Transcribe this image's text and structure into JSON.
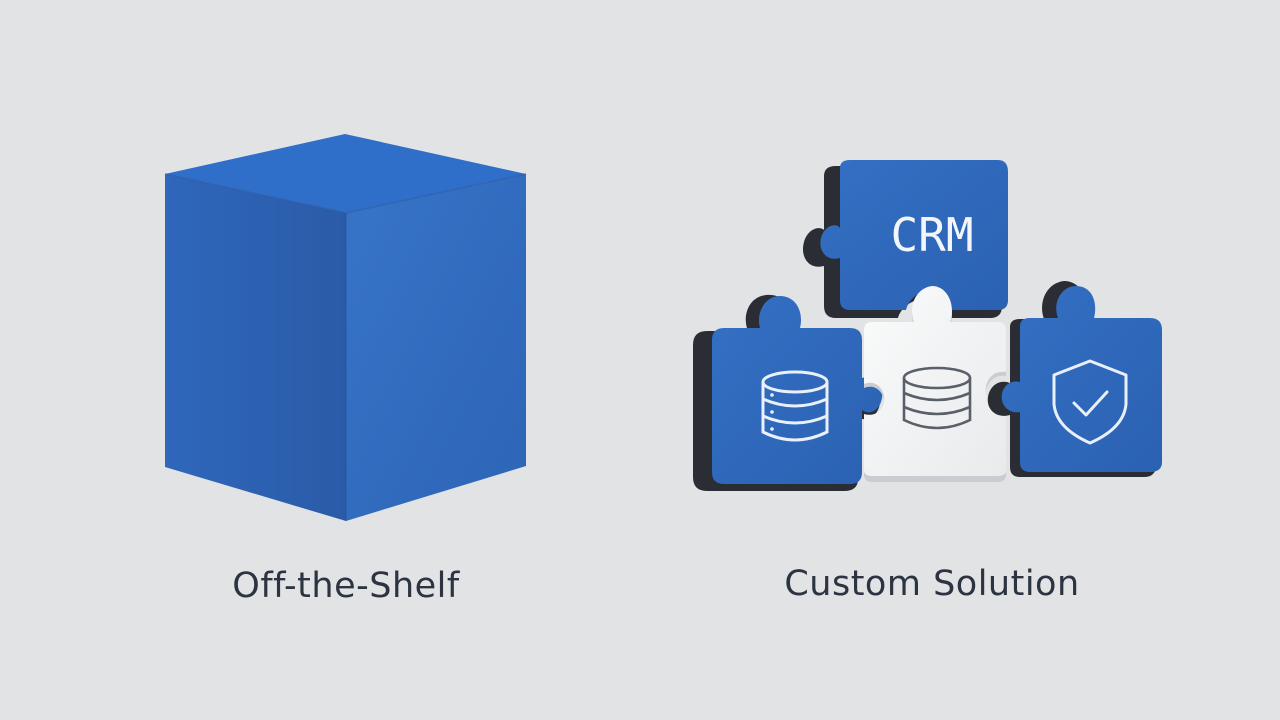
{
  "left_option": {
    "caption": "Off-the-Shelf",
    "icon": "cube-icon"
  },
  "right_option": {
    "caption": "Custom Solution",
    "pieces": [
      {
        "name": "puzzle-piece-crm",
        "label": "CRM",
        "icon": "text-crm"
      },
      {
        "name": "puzzle-piece-database-blue",
        "icon": "database-icon"
      },
      {
        "name": "puzzle-piece-database-white",
        "icon": "database-icon"
      },
      {
        "name": "puzzle-piece-security",
        "icon": "shield-check-icon"
      }
    ]
  },
  "colors": {
    "background": "#e2e3e5",
    "brand_blue": "#2e67bd",
    "blue_dark": "#1f4e95",
    "piece_edge": "#2a2d33",
    "white_piece": "#f4f5f6",
    "text": "#2b3440"
  }
}
